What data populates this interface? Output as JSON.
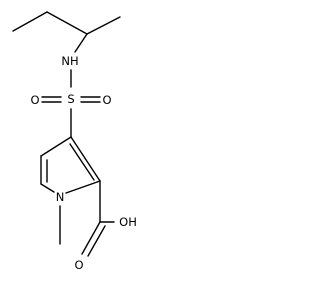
{
  "molecule": {
    "labels": {
      "nh": "NH",
      "o_left": "O",
      "s": "S",
      "o_right": "O",
      "n_ring": "N",
      "oh": "OH",
      "o_carbonyl": "O"
    },
    "colors": {
      "bond": "#000000",
      "label": "#000000",
      "background": "#ffffff"
    }
  }
}
